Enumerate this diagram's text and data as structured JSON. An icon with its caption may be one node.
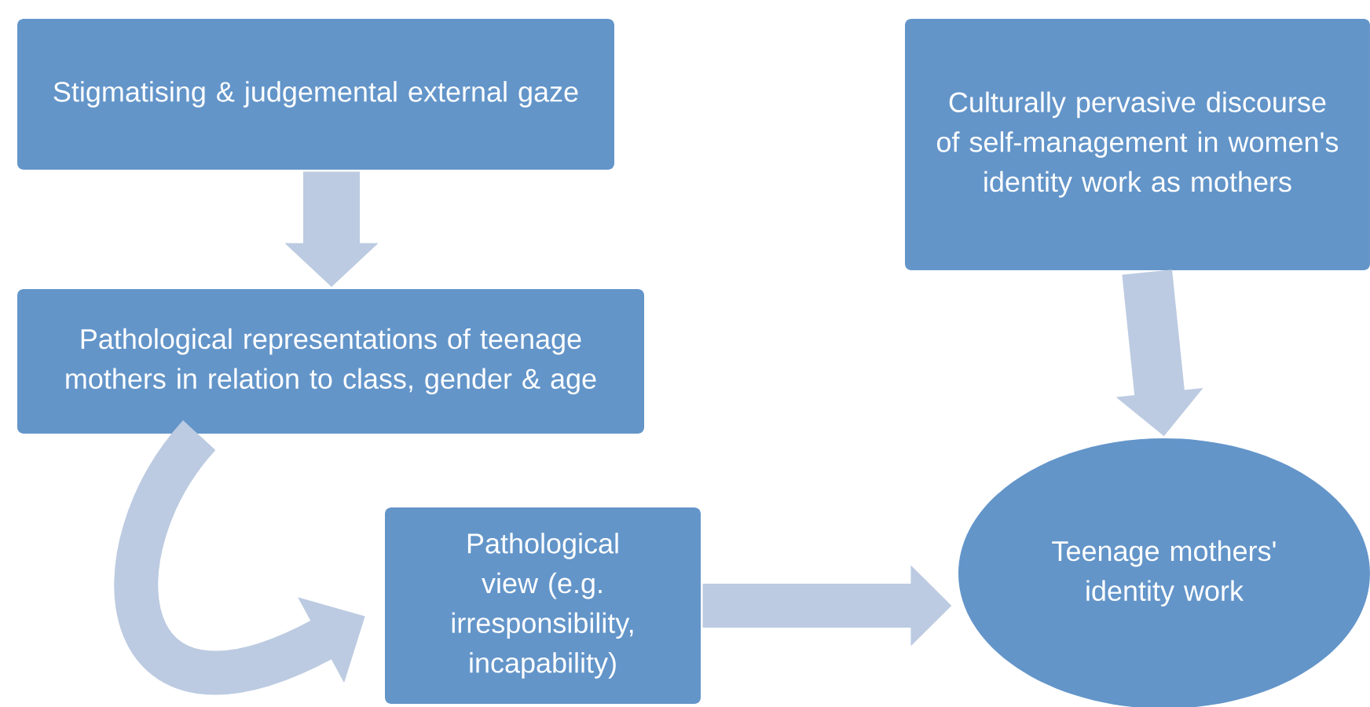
{
  "diagram": {
    "nodes": [
      {
        "text": [
          "Stigmatising & judgemental external gaze"
        ]
      },
      {
        "text": [
          "Pathological representations of teenage mothers in relation to class, gender & age"
        ]
      },
      {
        "text": [
          "Culturally pervasive discourse of self-management in women's identity work as mothers"
        ]
      },
      {
        "text": [
          "Pathological view (e.g. irresponsibility, incapability)"
        ]
      },
      {
        "text": [
          "Teenage mothers' identity work"
        ]
      }
    ],
    "edges": [
      {
        "from": 0,
        "to": 1,
        "arrow": "to"
      },
      {
        "from": 1,
        "to": 3,
        "arrow": "to"
      },
      {
        "from": 2,
        "to": 4,
        "arrow": "to"
      },
      {
        "from": 3,
        "to": 4,
        "arrow": "to"
      }
    ]
  }
}
